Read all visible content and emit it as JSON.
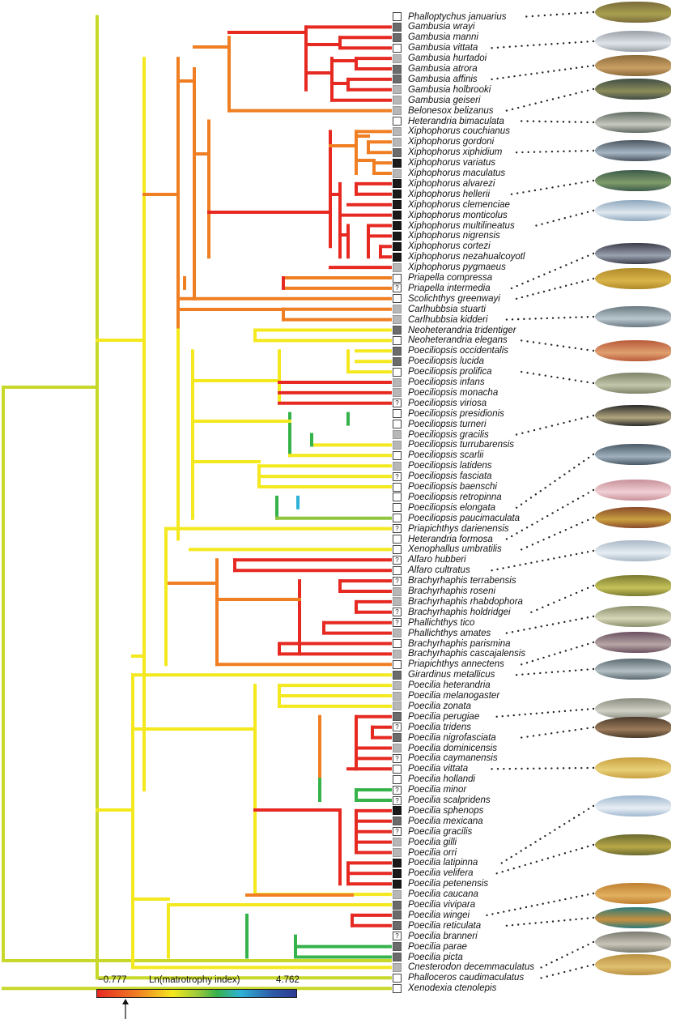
{
  "taxa": [
    {
      "name": "Phalloptychus januarius",
      "state": "empty"
    },
    {
      "name": "Gambusia wrayi",
      "state": "dark"
    },
    {
      "name": "Gambusia manni",
      "state": "dark"
    },
    {
      "name": "Gambusia vittata",
      "state": "empty"
    },
    {
      "name": "Gambusia hurtadoi",
      "state": "light"
    },
    {
      "name": "Gambusia atrora",
      "state": "dark"
    },
    {
      "name": "Gambusia affinis",
      "state": "dark"
    },
    {
      "name": "Gambusia holbrooki",
      "state": "light"
    },
    {
      "name": "Gambusia geiseri",
      "state": "light"
    },
    {
      "name": "Belonesox belizanus",
      "state": "light"
    },
    {
      "name": "Heterandria bimaculata",
      "state": "empty"
    },
    {
      "name": "Xiphophorus couchianus",
      "state": "light"
    },
    {
      "name": "Xiphophorus gordoni",
      "state": "light"
    },
    {
      "name": "Xiphophorus xiphidium",
      "state": "dark"
    },
    {
      "name": "Xiphophorus variatus",
      "state": "black"
    },
    {
      "name": "Xiphophorus maculatus",
      "state": "light"
    },
    {
      "name": "Xiphophorus alvarezi",
      "state": "black"
    },
    {
      "name": "Xiphophorus hellerii",
      "state": "black"
    },
    {
      "name": "Xiphophorus clemenciae",
      "state": "black"
    },
    {
      "name": "Xiphophorus monticolus",
      "state": "black"
    },
    {
      "name": "Xiphophorus multilineatus",
      "state": "black"
    },
    {
      "name": "Xiphophorus nigrensis",
      "state": "black"
    },
    {
      "name": "Xiphophorus cortezi",
      "state": "black"
    },
    {
      "name": "Xiphophorus nezahualcoyotl",
      "state": "black"
    },
    {
      "name": "Xiphophorus pygmaeus",
      "state": "light"
    },
    {
      "name": "Priapella compressa",
      "state": "empty"
    },
    {
      "name": "Priapella intermedia",
      "state": "unknown"
    },
    {
      "name": "Scolichthys greenwayi",
      "state": "empty"
    },
    {
      "name": "Carlhubbsia stuarti",
      "state": "light"
    },
    {
      "name": "Carlhubbsia kidderi",
      "state": "light"
    },
    {
      "name": "Neoheterandria tridentiger",
      "state": "dark"
    },
    {
      "name": "Neoheterandria elegans",
      "state": "empty"
    },
    {
      "name": "Poeciliopsis occidentalis",
      "state": "dark"
    },
    {
      "name": "Poeciliopsis lucida",
      "state": "dark"
    },
    {
      "name": "Poeciliopsis prolifica",
      "state": "empty"
    },
    {
      "name": "Poeciliopsis infans",
      "state": "light"
    },
    {
      "name": "Poeciliopsis monacha",
      "state": "light"
    },
    {
      "name": "Poeciliopsis viriosa",
      "state": "unknown"
    },
    {
      "name": "Poeciliopsis presidionis",
      "state": "empty"
    },
    {
      "name": "Poeciliopsis turneri",
      "state": "empty"
    },
    {
      "name": "Poeciliopsis gracilis",
      "state": "light"
    },
    {
      "name": "Poeciliopsis turrubarensis",
      "state": "light"
    },
    {
      "name": "Poeciliopsis scarlii",
      "state": "empty"
    },
    {
      "name": "Poeciliopsis latidens",
      "state": "light"
    },
    {
      "name": "Poeciliopsis fasciata",
      "state": "unknown"
    },
    {
      "name": "Poeciliopsis baenschi",
      "state": "empty"
    },
    {
      "name": "Poeciliopsis retropinna",
      "state": "empty"
    },
    {
      "name": "Poeciliopsis elongata",
      "state": "empty"
    },
    {
      "name": "Poeciliopsis paucimaculata",
      "state": "empty"
    },
    {
      "name": "Priapichthys darienensis",
      "state": "unknown"
    },
    {
      "name": "Heterandria formosa",
      "state": "empty"
    },
    {
      "name": "Xenophallus umbratilis",
      "state": "empty"
    },
    {
      "name": "Alfaro hubberi",
      "state": "unknown"
    },
    {
      "name": "Alfaro cultratus",
      "state": "empty"
    },
    {
      "name": "Brachyrhaphis terrabensis",
      "state": "unknown"
    },
    {
      "name": "Brachyrhaphis roseni",
      "state": "light"
    },
    {
      "name": "Brachyrhaphis rhabdophora",
      "state": "light"
    },
    {
      "name": "Brachyrhaphis holdridgei",
      "state": "unknown"
    },
    {
      "name": "Phallichthys tico",
      "state": "unknown"
    },
    {
      "name": "Phallichthys amates",
      "state": "light"
    },
    {
      "name": "Brachyrhaphis parismina",
      "state": "empty"
    },
    {
      "name": "Brachyrhaphis cascajalensis",
      "state": "light"
    },
    {
      "name": "Priapichthys annectens",
      "state": "empty"
    },
    {
      "name": "Girardinus metallicus",
      "state": "dark"
    },
    {
      "name": "Poecilia heterandria",
      "state": "light"
    },
    {
      "name": "Poecilia melanogaster",
      "state": "light"
    },
    {
      "name": "Poecilia zonata",
      "state": "light"
    },
    {
      "name": "Poecilia perugiae",
      "state": "dark"
    },
    {
      "name": "Poecilia tridens",
      "state": "unknown"
    },
    {
      "name": "Poecilia nigrofasciata",
      "state": "dark"
    },
    {
      "name": "Poecilia dominicensis",
      "state": "light"
    },
    {
      "name": "Poecilia caymanensis",
      "state": "unknown"
    },
    {
      "name": "Poecilia vittata",
      "state": "empty"
    },
    {
      "name": "Poecilia hollandi",
      "state": "empty"
    },
    {
      "name": "Poecilia minor",
      "state": "unknown"
    },
    {
      "name": "Poecilia scalpridens",
      "state": "unknown"
    },
    {
      "name": "Poecilia sphenops",
      "state": "black"
    },
    {
      "name": "Poecilia mexicana",
      "state": "dark"
    },
    {
      "name": "Poecilia gracilis",
      "state": "unknown"
    },
    {
      "name": "Poecilia gilli",
      "state": "light"
    },
    {
      "name": "Poecilia orri",
      "state": "light"
    },
    {
      "name": "Poecilia latipinna",
      "state": "black"
    },
    {
      "name": "Poecilia velifera",
      "state": "black"
    },
    {
      "name": "Poecilia petenensis",
      "state": "black"
    },
    {
      "name": "Poecilia caucana",
      "state": "light"
    },
    {
      "name": "Poecilia vivipara",
      "state": "dark"
    },
    {
      "name": "Poecilia wingei",
      "state": "dark"
    },
    {
      "name": "Poecilia reticulata",
      "state": "dark"
    },
    {
      "name": "Poecilia branneri",
      "state": "unknown"
    },
    {
      "name": "Poecilia parae",
      "state": "dark"
    },
    {
      "name": "Poecilia picta",
      "state": "dark"
    },
    {
      "name": "Cnesterodon decemmaculatus",
      "state": "light"
    },
    {
      "name": "Phalloceros caudimaculatus",
      "state": "empty"
    },
    {
      "name": "Xenodexia ctenolepis",
      "state": "empty"
    }
  ],
  "unknown_mark": "?",
  "legend": {
    "title": "Ln(matrotrophy index)",
    "min": "−0.777",
    "max": "4.762",
    "colors": [
      "#e62a22",
      "#f07e22",
      "#f4e81e",
      "#8fc63e",
      "#35b24a",
      "#2fb2d7",
      "#2d5aa8",
      "#2f3b93"
    ]
  }
}
